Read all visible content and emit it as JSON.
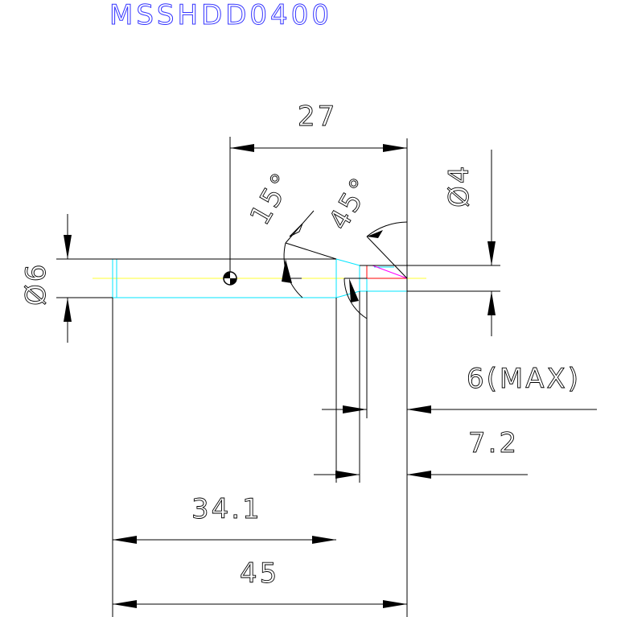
{
  "title": "MSSHDD0400",
  "dimensions": {
    "overall_length": "45",
    "body_length": "34.1",
    "center_to_tip": "27",
    "shank_diameter": "Ø6",
    "tip_diameter": "Ø4",
    "taper_angle": "15°",
    "point_angle": "45°",
    "max_depth": "6(MAX)",
    "tip_length": "7.2"
  },
  "colors": {
    "outline": "#000000",
    "tool_body": "#00e5ff",
    "centerline": "#ffff33",
    "tip": "#ff0000",
    "title": "#3333ff",
    "origin_marker": "#000000"
  }
}
